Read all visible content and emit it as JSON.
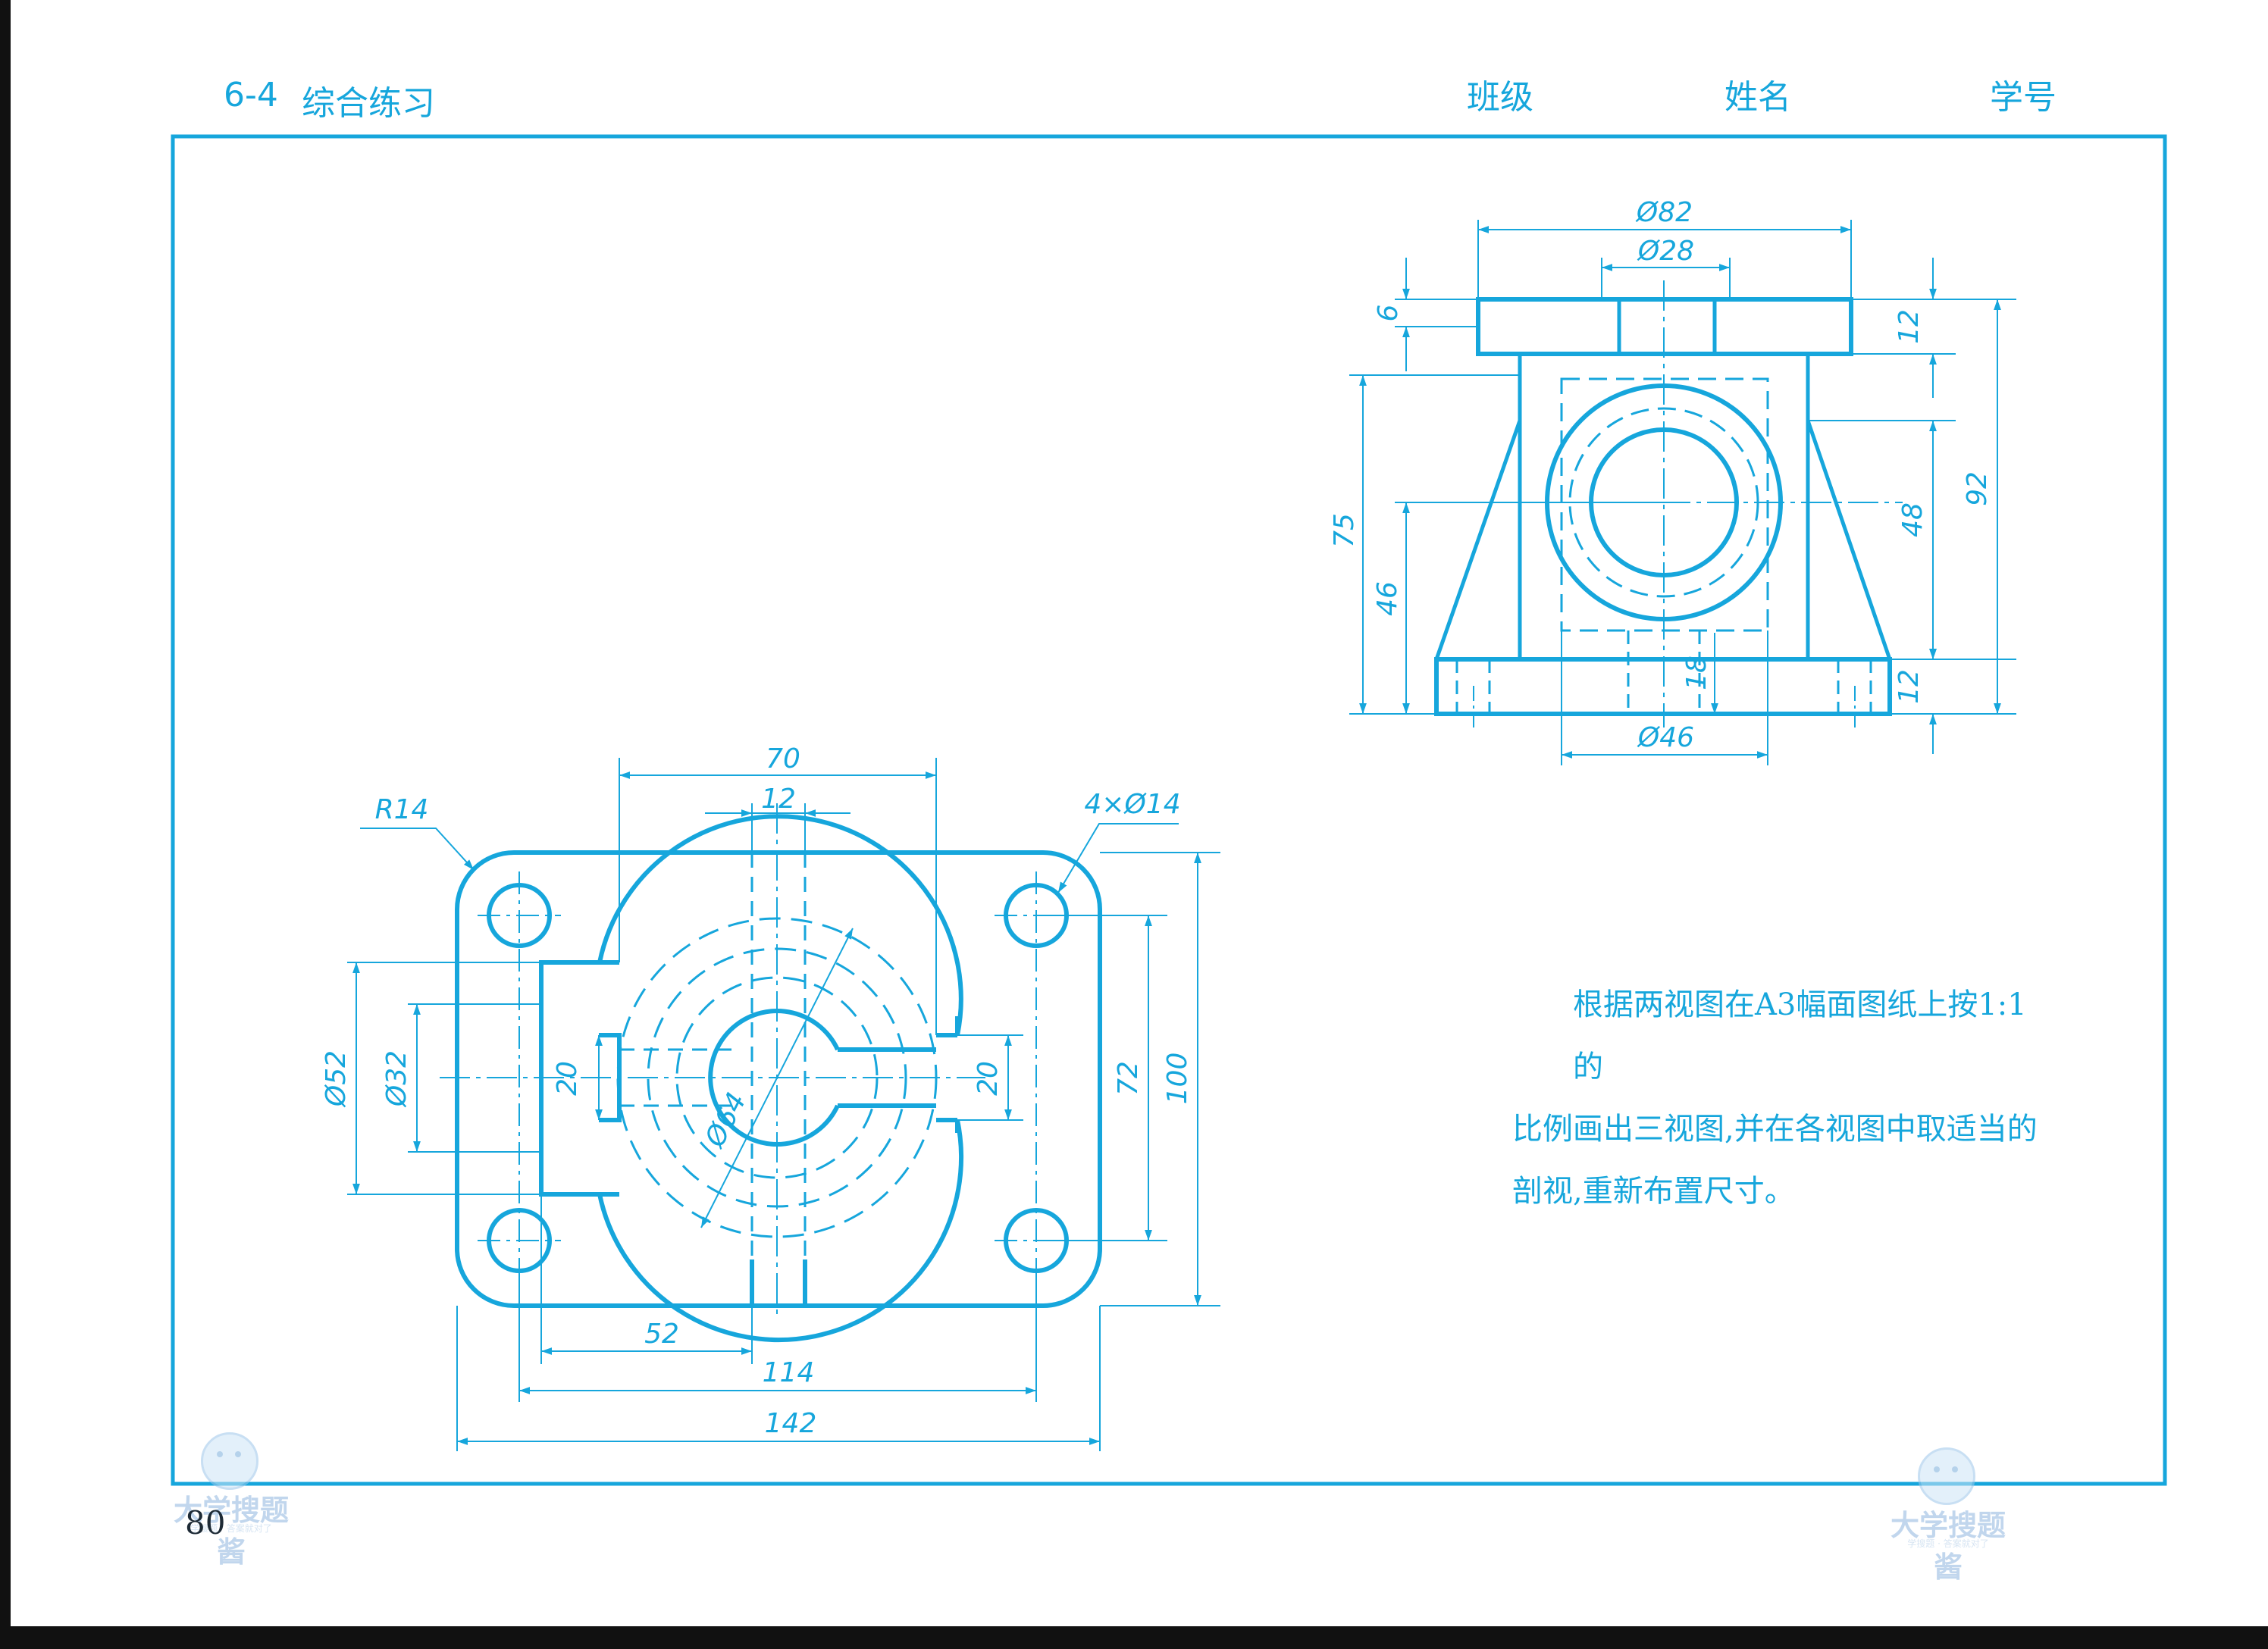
{
  "header": {
    "section": "6-4",
    "title": "综合练习",
    "class_label": "班级",
    "name_label": "姓名",
    "id_label": "学号"
  },
  "instructions": [
    "根据两视图在A3幅面图纸上按1:1的",
    "比例画出三视图,并在各视图中取适当的",
    "剖视,重新布置尺寸。"
  ],
  "page_number": "80",
  "watermark": {
    "text": "大学搜题酱",
    "tagline": "学搜题 · 答案就对了"
  },
  "front_view_dims": {
    "d82": "Ø82",
    "d28": "Ø28",
    "h6": "6",
    "h12_top": "12",
    "h75": "75",
    "h46": "46",
    "h48": "48",
    "h92": "92",
    "h18": "18",
    "h12_bottom": "12",
    "d46": "Ø46"
  },
  "top_view_dims": {
    "w70": "70",
    "w12": "12",
    "r14": "R14",
    "holes": "4×Ø14",
    "d52": "Ø52",
    "d32": "Ø32",
    "h20_left": "20",
    "d64": "Ø64",
    "h20_right": "20",
    "h72": "72",
    "h100": "100",
    "w52": "52",
    "w114": "114",
    "w142": "142"
  },
  "colors": {
    "line": "#16a6dc",
    "text": "#16a6dc"
  }
}
